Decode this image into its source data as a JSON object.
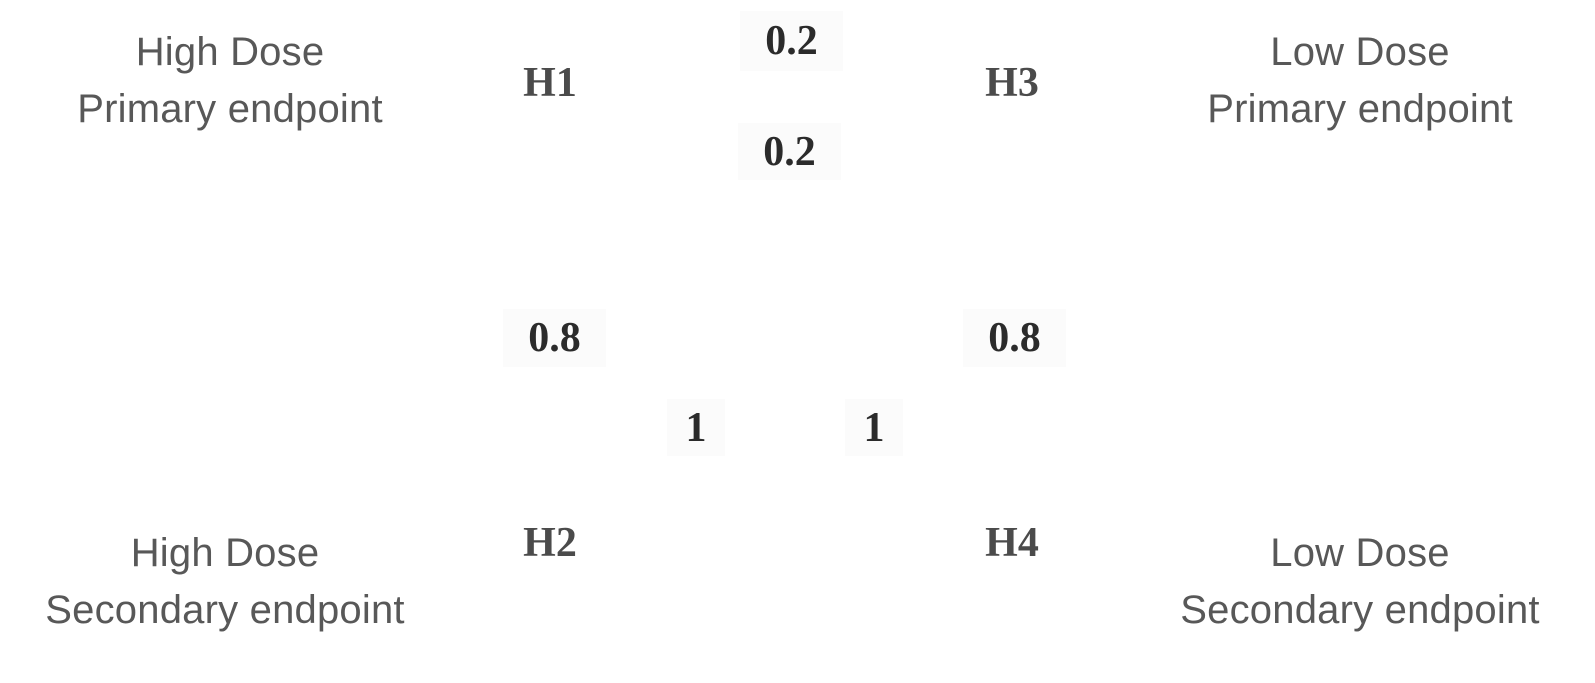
{
  "diagram": {
    "type": "graphical-multiple-testing-procedure",
    "background_color": "#ffffff",
    "label_color": "#585858",
    "node_color": "#4b4b4b",
    "weight_box_fill": "#fbfbfb",
    "weight_text_color": "#2b2b2b"
  },
  "endpoints": {
    "high_dose_primary": {
      "line1": "High Dose",
      "line2": "Primary endpoint"
    },
    "low_dose_primary": {
      "line1": "Low Dose",
      "line2": "Primary endpoint"
    },
    "high_dose_secondary": {
      "line1": "High Dose",
      "line2": "Secondary endpoint"
    },
    "low_dose_secondary": {
      "line1": "Low Dose",
      "line2": "Secondary endpoint"
    }
  },
  "nodes": [
    {
      "id": "H1",
      "label": "H1",
      "position": "top-left",
      "endpoint": "High Dose Primary endpoint"
    },
    {
      "id": "H3",
      "label": "H3",
      "position": "top-right",
      "endpoint": "Low Dose Primary endpoint"
    },
    {
      "id": "H2",
      "label": "H2",
      "position": "bottom-left",
      "endpoint": "High Dose Secondary endpoint"
    },
    {
      "id": "H4",
      "label": "H4",
      "position": "bottom-right",
      "endpoint": "Low Dose Secondary endpoint"
    }
  ],
  "weights": {
    "h1_to_h3": "0.2",
    "h3_to_h1": "0.2",
    "h1_to_h2": "0.8",
    "h3_to_h4": "0.8",
    "h2_to_h4": "1",
    "h4_to_h2": "1"
  },
  "chart_data": {
    "type": "diagram",
    "title": "",
    "nodes": [
      "H1",
      "H2",
      "H3",
      "H4"
    ],
    "node_labels": {
      "H1": "High Dose Primary endpoint",
      "H2": "High Dose Secondary endpoint",
      "H3": "Low Dose Primary endpoint",
      "H4": "Low Dose Secondary endpoint"
    },
    "edges": [
      {
        "from": "H1",
        "to": "H3",
        "weight": 0.2
      },
      {
        "from": "H3",
        "to": "H1",
        "weight": 0.2
      },
      {
        "from": "H1",
        "to": "H2",
        "weight": 0.8
      },
      {
        "from": "H3",
        "to": "H4",
        "weight": 0.8
      },
      {
        "from": "H2",
        "to": "H4",
        "weight": 1
      },
      {
        "from": "H4",
        "to": "H2",
        "weight": 1
      }
    ]
  }
}
